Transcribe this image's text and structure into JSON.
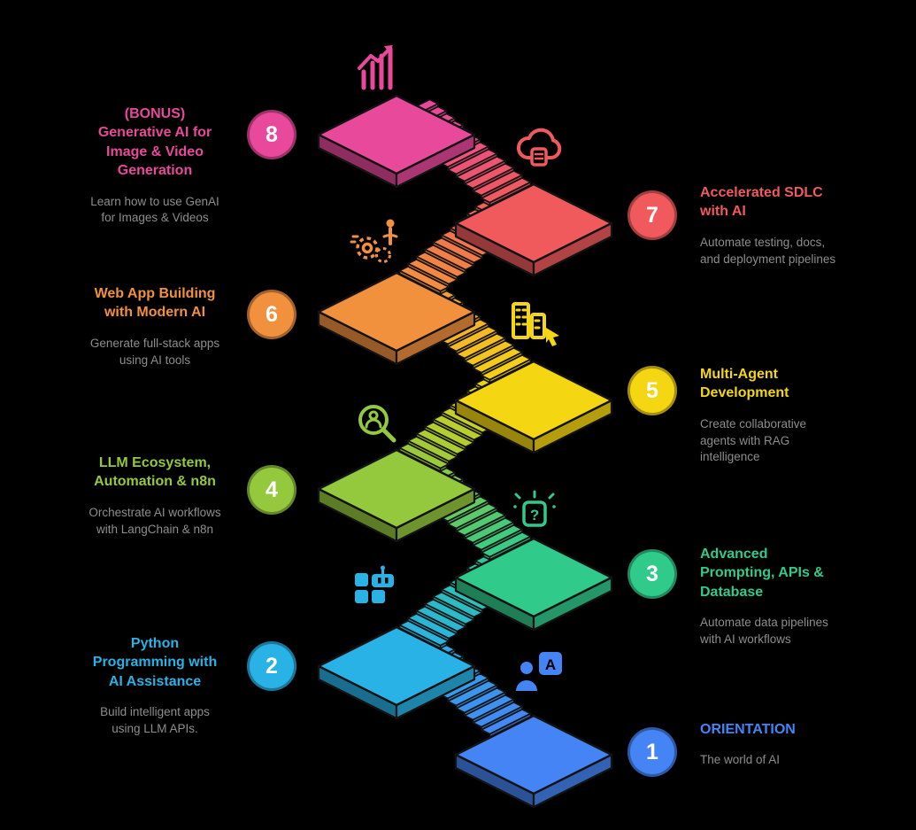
{
  "colors": {
    "background": "#000000",
    "subtitle_text": "#8d8d8d",
    "outline": "#131313",
    "number_text": "#ffffff"
  },
  "icons": {
    "question_glyph": "?",
    "a_glyph": "A"
  },
  "steps": [
    {
      "num": "1",
      "title": "ORIENTATION",
      "subtitle": "The world of AI",
      "color": "#4584F4",
      "icon": "person-translate-icon"
    },
    {
      "num": "2",
      "title": "Python\nProgramming with\nAI Assistance",
      "subtitle": "Build intelligent apps\nusing LLM APIs.",
      "color": "#29B2E6",
      "icon": "apps-robot-icon"
    },
    {
      "num": "3",
      "title": "Advanced\nPrompting, APIs &\nDatabase",
      "subtitle": "Automate data pipelines\nwith AI workflows",
      "color": "#30CB8B",
      "icon": "question-spark-icon"
    },
    {
      "num": "4",
      "title": "LLM Ecosystem,\nAutomation & n8n",
      "subtitle": "Orchestrate AI workflows\nwith LangChain & n8n",
      "color": "#94C83D",
      "icon": "talent-search-icon"
    },
    {
      "num": "5",
      "title": "Multi-Agent\nDevelopment",
      "subtitle": "Create collaborative\nagents with RAG\nintelligence",
      "color": "#F5D613",
      "icon": "building-cursor-icon"
    },
    {
      "num": "6",
      "title": "Web App Building\nwith Modern AI",
      "subtitle": "Generate full-stack apps\nusing AI tools",
      "color": "#F2913D",
      "icon": "automation-gears-icon"
    },
    {
      "num": "7",
      "title": "Accelerated SDLC\nwith AI",
      "subtitle": "Automate testing, docs,\nand deployment pipelines",
      "color": "#F05A5C",
      "icon": "cloud-sync-icon"
    },
    {
      "num": "8",
      "title": "(BONUS)\nGenerative AI for\nImage & Video\nGeneration",
      "subtitle": "Learn how to use GenAI\nfor Images & Videos",
      "color": "#E8499B",
      "icon": "growth-chart-icon"
    }
  ]
}
